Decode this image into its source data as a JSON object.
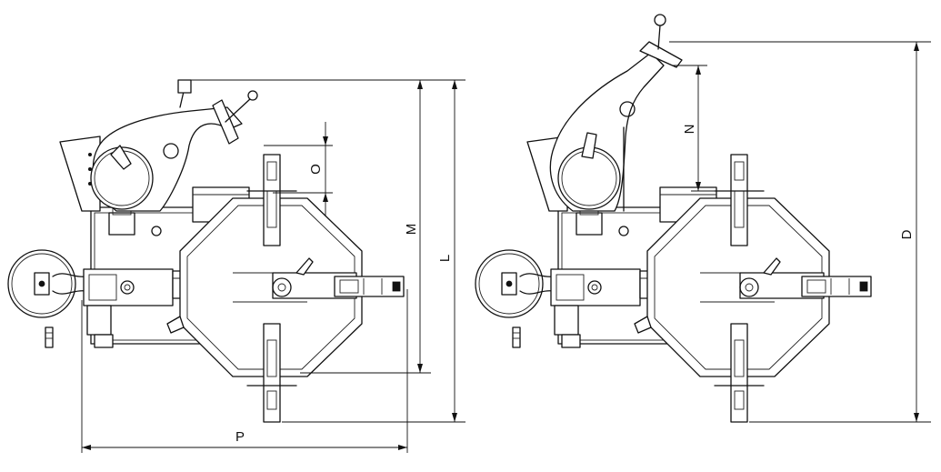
{
  "figure": {
    "views": [
      {
        "name": "machine-view-left",
        "dimensions": {
          "M": "M",
          "L": "L",
          "O": "O",
          "P": "P"
        }
      },
      {
        "name": "machine-view-right",
        "dimensions": {
          "N": "N",
          "D": "D"
        }
      }
    ]
  },
  "labels": {
    "M": "M",
    "L": "L",
    "O": "O",
    "P": "P",
    "N": "N",
    "D": "D"
  }
}
